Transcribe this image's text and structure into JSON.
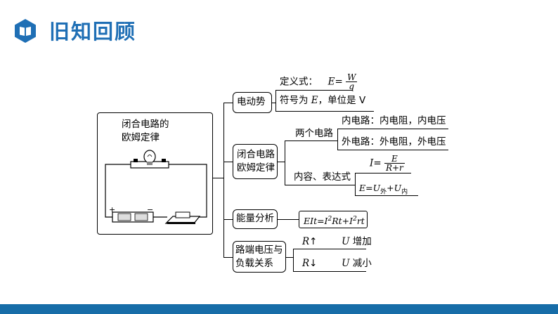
{
  "header": {
    "title": "旧知回顾",
    "icon": "book-icon",
    "accent": "#1f6fb5"
  },
  "left_box": {
    "title_line1": "闭合电路的",
    "title_line2": "欧姆定律",
    "plus": "+",
    "minus": "−"
  },
  "nodes": {
    "emf": {
      "label": "电动势",
      "definition_label": "定义式：",
      "definition_lhs": "E=",
      "definition_num": "W",
      "definition_den": "q",
      "symbol_text_pre": "符号为",
      "symbol_var": "E",
      "symbol_text_post": "，单位是 V"
    },
    "ohm": {
      "label_line1": "闭合电路",
      "label_line2": "欧姆定律",
      "two_circuits": "两个电路",
      "inner": "内电路：内电阻，内电压",
      "outer": "外电路：外电阻，外电压",
      "expr_label": "内容、表达式",
      "formula1_lhs": "I=",
      "formula1_num": "E",
      "formula1_den": "R+r",
      "formula2_a": "E=U",
      "formula2_sub1": "外",
      "formula2_b": "+U",
      "formula2_sub2": "内"
    },
    "energy": {
      "label": "能量分析",
      "formula_a": "EIt=I",
      "formula_b": "Rt+I",
      "formula_c": "rt",
      "sup": "2"
    },
    "terminal": {
      "label_line1": "路端电压与",
      "label_line2": "负载关系",
      "row1_r": "R",
      "row1_arrow": "↑",
      "row1_u": "U",
      "row1_text": " 增加",
      "row2_r": "R",
      "row2_arrow": "↓",
      "row2_u": "U",
      "row2_text": " 减小"
    }
  },
  "colors": {
    "bottom_bar": "#176da8",
    "badge": "#1f6fb5"
  }
}
